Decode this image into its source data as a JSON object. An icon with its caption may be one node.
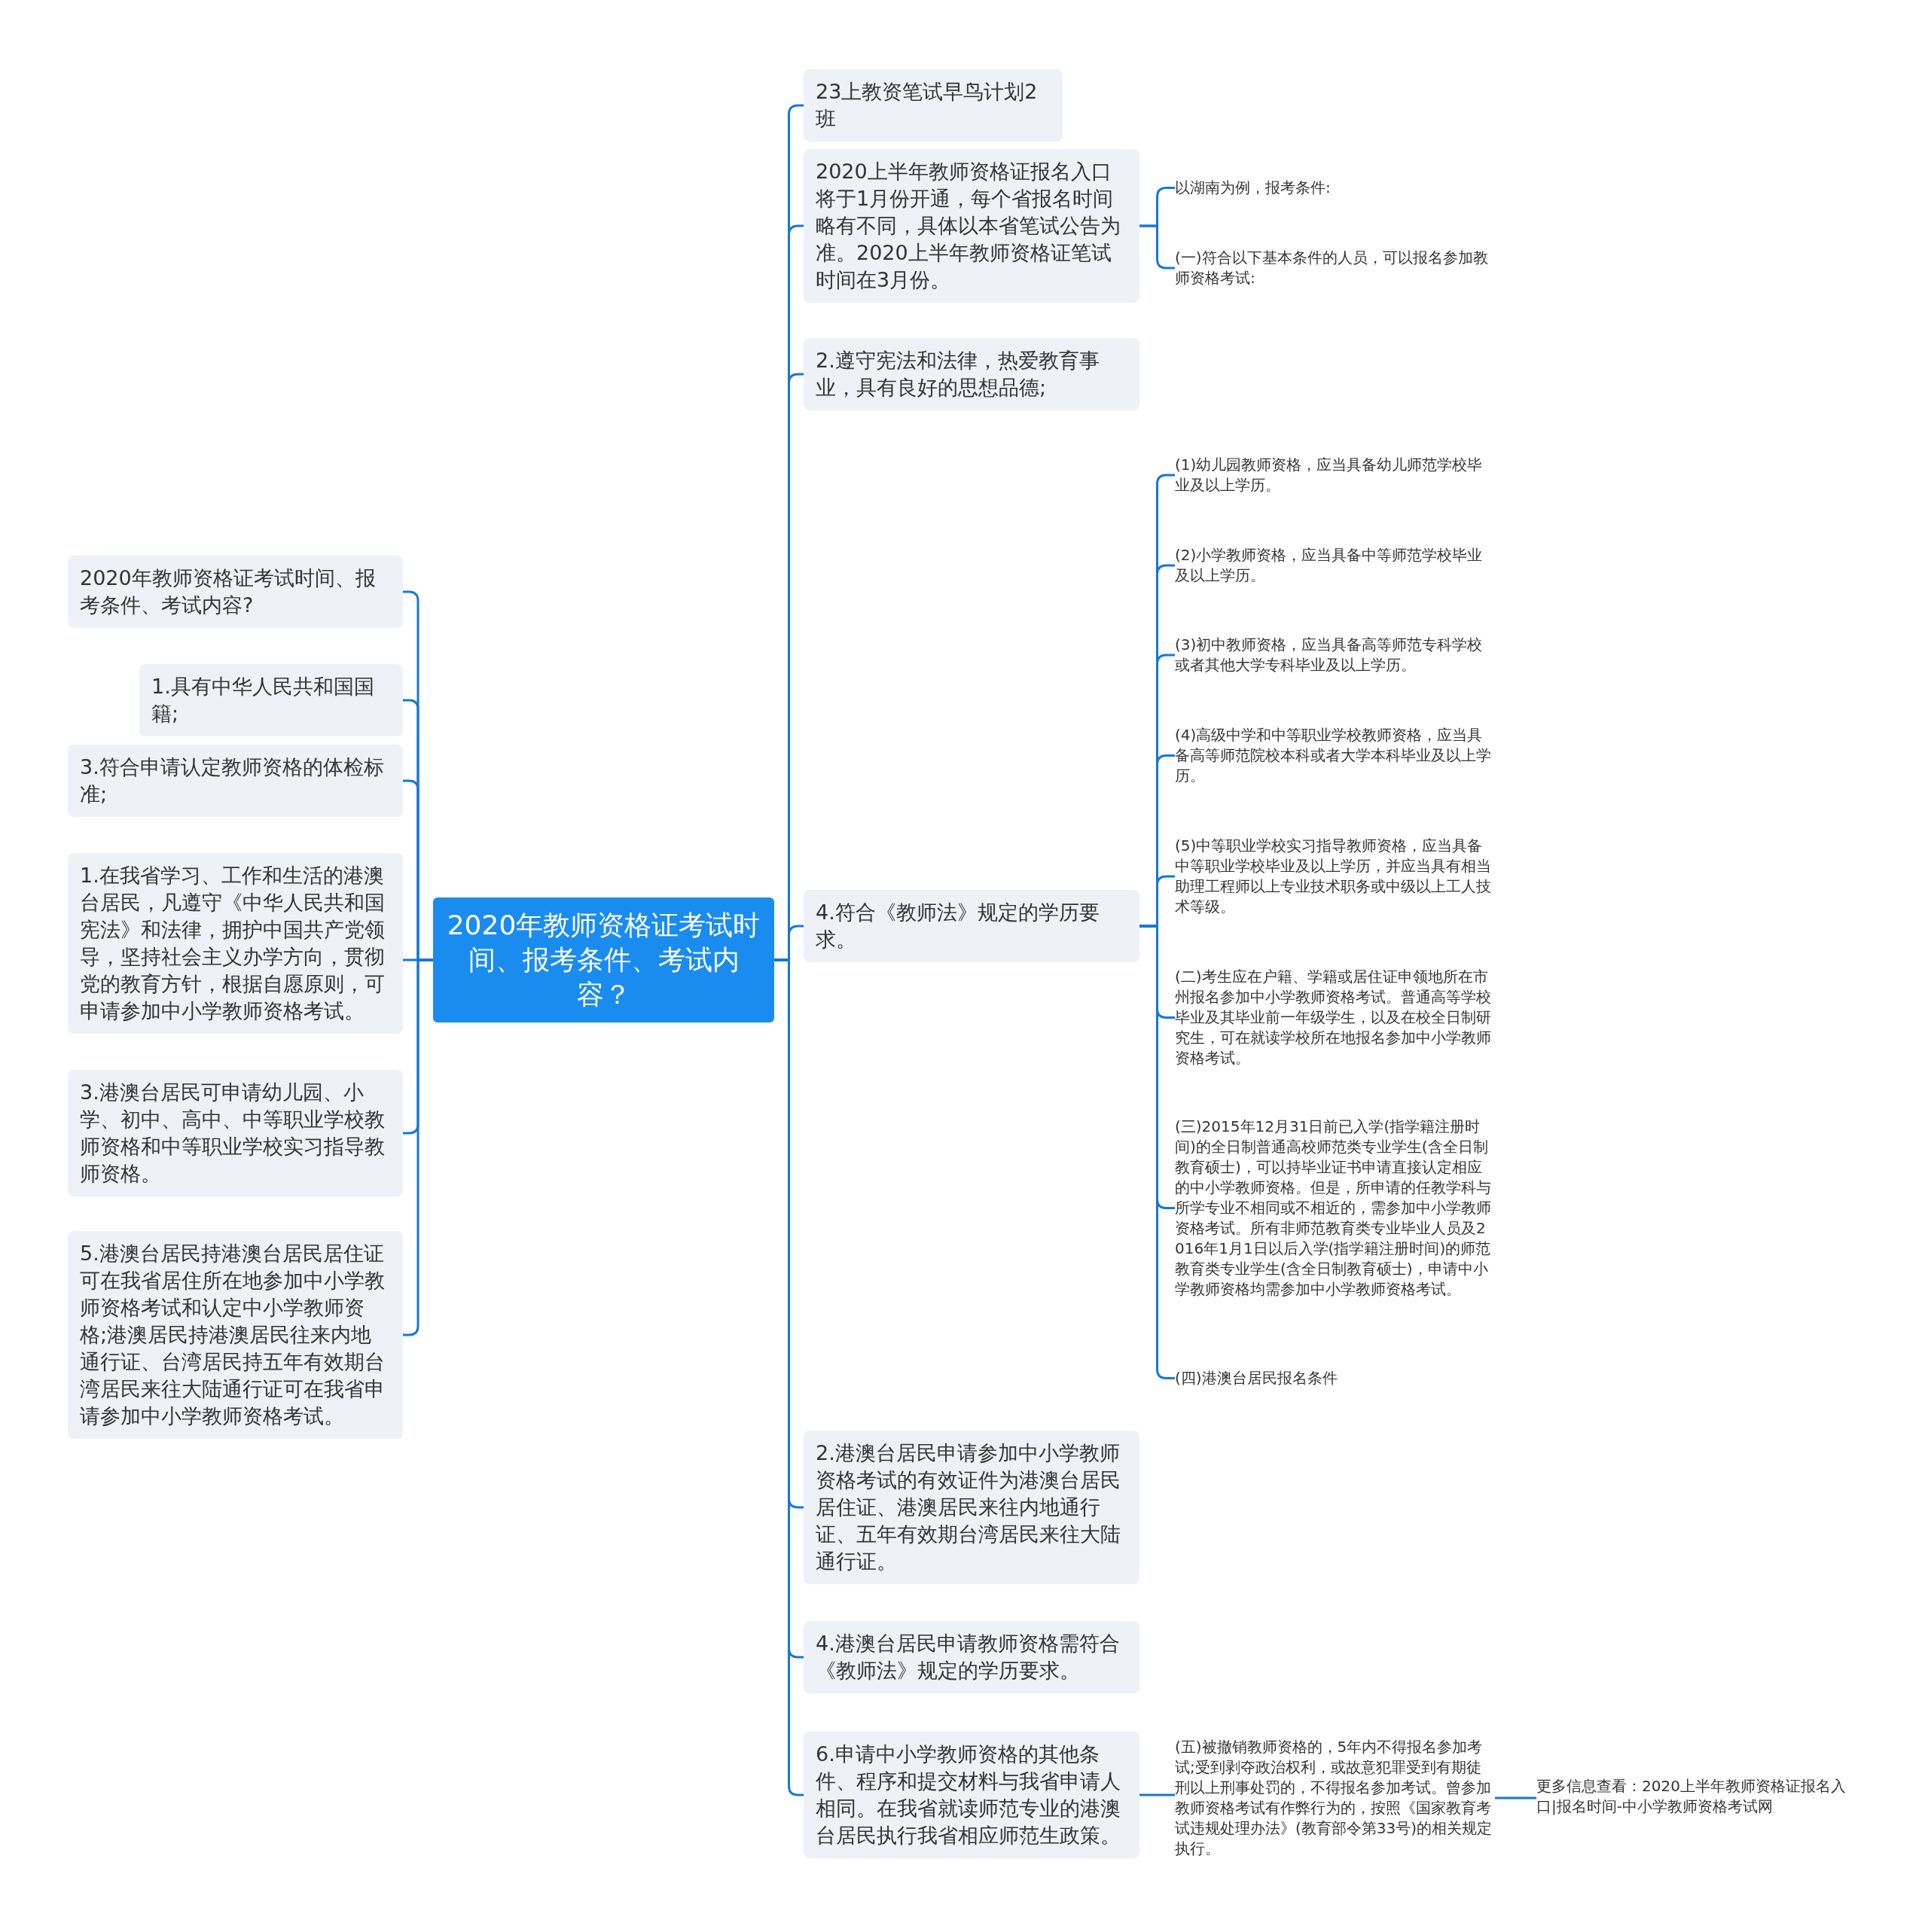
{
  "diagram": {
    "nodes": [
      {
        "text": [
          "2020年教师资格证考试时间、报考条件、考试内容？"
        ]
      },
      {
        "text": [
          "2020年教师资格证考试时间、报考条件、考试内容?"
        ]
      },
      {
        "text": [
          "1.具有中华人民共和国国籍;"
        ]
      },
      {
        "text": [
          "3.符合申请认定教师资格的体检标准;"
        ]
      },
      {
        "text": [
          "1.在我省学习、工作和生活的港澳台居民，凡遵守《中华人民共和国宪法》和法律，拥护中国共产党领导，坚持社会主义办学方向，贯彻党的教育方针，根据自愿原则，可申请参加中小学教师资格考试。"
        ]
      },
      {
        "text": [
          "3.港澳台居民可申请幼儿园、小学、初中、高中、中等职业学校教师资格和中等职业学校实习指导教师资格。"
        ]
      },
      {
        "text": [
          "5.港澳台居民持港澳台居民居住证可在我省居住所在地参加中小学教师资格考试和认定中小学教师资格;港澳居民持港澳居民往来内地通行证、台湾居民持五年有效期台湾居民来往大陆通行证可在我省申请参加中小学教师资格考试。"
        ]
      },
      {
        "text": [
          "23上教资笔试早鸟计划2班"
        ]
      },
      {
        "text": [
          "2020上半年教师资格证报名入口将于1月份开通，每个省报名时间略有不同，具体以本省笔试公告为准。2020上半年教师资格证笔试时间在3月份。"
        ]
      },
      {
        "text": [
          "2.遵守宪法和法律，热爱教育事业，具有良好的思想品德;"
        ]
      },
      {
        "text": [
          "4.符合《教师法》规定的学历要求。"
        ]
      },
      {
        "text": [
          "2.港澳台居民申请参加中小学教师资格考试的有效证件为港澳台居民居住证、港澳居民来往内地通行证、五年有效期台湾居民来往大陆通行证。"
        ]
      },
      {
        "text": [
          "4.港澳台居民申请教师资格需符合《教师法》规定的学历要求。"
        ]
      },
      {
        "text": [
          "6.申请中小学教师资格的其他条件、程序和提交材料与我省申请人相同。在我省就读师范专业的港澳台居民执行我省相应师范生政策。"
        ]
      },
      {
        "text": [
          "以湖南为例，报考条件:"
        ]
      },
      {
        "text": [
          "(一)符合以下基本条件的人员，可以报名参加教师资格考试:"
        ]
      },
      {
        "text": [
          "(1)幼儿园教师资格，应当具备幼儿师范学校毕业及以上学历。"
        ]
      },
      {
        "text": [
          "(2)小学教师资格，应当具备中等师范学校毕业及以上学历。"
        ]
      },
      {
        "text": [
          "(3)初中教师资格，应当具备高等师范专科学校或者其他大学专科毕业及以上学历。"
        ]
      },
      {
        "text": [
          "(4)高级中学和中等职业学校教师资格，应当具备高等师范院校本科或者大学本科毕业及以上学历。"
        ]
      },
      {
        "text": [
          "(5)中等职业学校实习指导教师资格，应当具备中等职业学校毕业及以上学历，并应当具有相当助理工程师以上专业技术职务或中级以上工人技术等级。"
        ]
      },
      {
        "text": [
          "(二)考生应在户籍、学籍或居住证申领地所在市州报名参加中小学教师资格考试。普通高等学校毕业及其毕业前一年级学生，以及在校全日制研究生，可在就读学校所在地报名参加中小学教师资格考试。"
        ]
      },
      {
        "text": [
          "(三)2015年12月31日前已入学(指学籍注册时间)的全日制普通高校师范类专业学生(含全日制教育硕士)，可以持毕业证书申请直接认定相应的中小学教师资格。但是，所申请的任教学科与所学专业不相同或不相近的，需参加中小学教师资格考试。所有非师范教育类专业毕业人员及2016年1月1日以后入学(指学籍注册时间)的师范教育类专业学生(含全日制教育硕士)，申请中小学教师资格均需参加中小学教师资格考试。"
        ]
      },
      {
        "text": [
          "(四)港澳台居民报名条件"
        ]
      },
      {
        "text": [
          "(五)被撤销教师资格的，5年内不得报名参加考试;受到剥夺政治权利，或故意犯罪受到有期徒刑以上刑事处罚的，不得报名参加考试。曾参加教师资格考试有作弊行为的，按照《国家教育考试违规处理办法》(教育部令第33号)的相关规定执行。"
        ]
      },
      {
        "text": [
          "更多信息查看：2020上半年教师资格证报名入口|报名时间-中小学教师资格考试网"
        ]
      }
    ],
    "edges": [
      {
        "from": 0,
        "to": 1,
        "arrow": "none"
      },
      {
        "from": 0,
        "to": 2,
        "arrow": "none"
      },
      {
        "from": 0,
        "to": 3,
        "arrow": "none"
      },
      {
        "from": 0,
        "to": 4,
        "arrow": "none"
      },
      {
        "from": 0,
        "to": 5,
        "arrow": "none"
      },
      {
        "from": 0,
        "to": 6,
        "arrow": "none"
      },
      {
        "from": 0,
        "to": 7,
        "arrow": "none"
      },
      {
        "from": 0,
        "to": 8,
        "arrow": "none"
      },
      {
        "from": 0,
        "to": 9,
        "arrow": "none"
      },
      {
        "from": 0,
        "to": 10,
        "arrow": "none"
      },
      {
        "from": 0,
        "to": 11,
        "arrow": "none"
      },
      {
        "from": 0,
        "to": 12,
        "arrow": "none"
      },
      {
        "from": 0,
        "to": 13,
        "arrow": "none"
      },
      {
        "from": 8,
        "to": 14,
        "arrow": "none"
      },
      {
        "from": 8,
        "to": 15,
        "arrow": "none"
      },
      {
        "from": 10,
        "to": 16,
        "arrow": "none"
      },
      {
        "from": 10,
        "to": 17,
        "arrow": "none"
      },
      {
        "from": 10,
        "to": 18,
        "arrow": "none"
      },
      {
        "from": 10,
        "to": 19,
        "arrow": "none"
      },
      {
        "from": 10,
        "to": 20,
        "arrow": "none"
      },
      {
        "from": 10,
        "to": 21,
        "arrow": "none"
      },
      {
        "from": 10,
        "to": 22,
        "arrow": "none"
      },
      {
        "from": 10,
        "to": 23,
        "arrow": "none"
      },
      {
        "from": 13,
        "to": 24,
        "arrow": "none"
      },
      {
        "from": 24,
        "to": 25,
        "arrow": "none"
      }
    ]
  }
}
